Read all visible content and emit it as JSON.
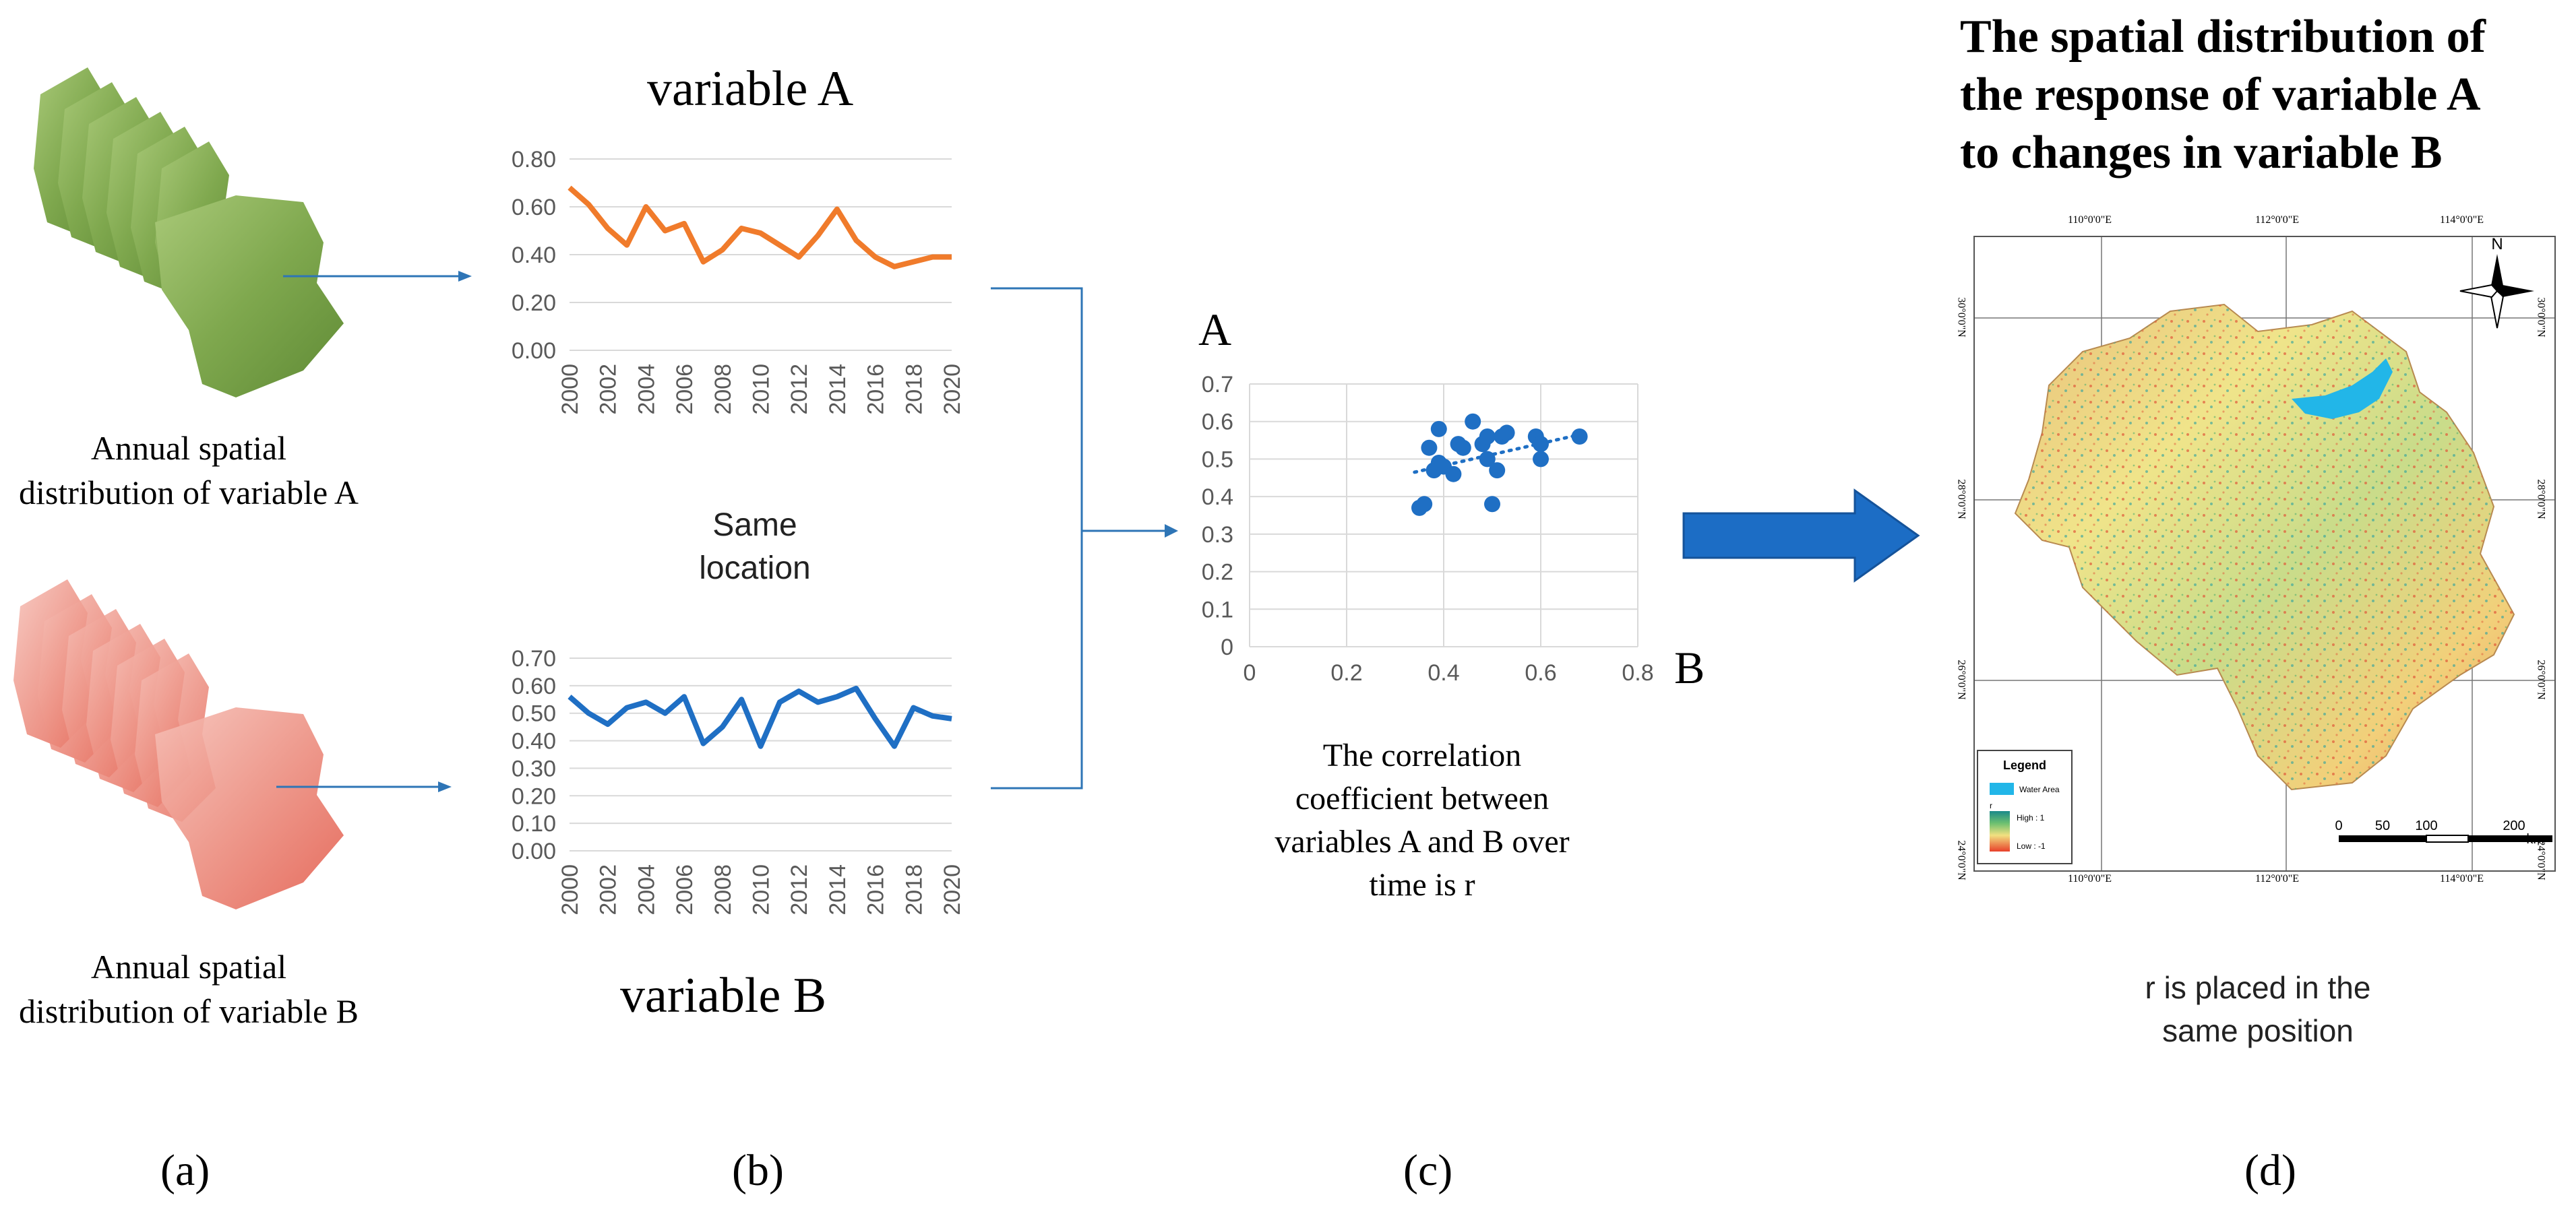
{
  "panel_labels": [
    "(a)",
    "(b)",
    "(c)",
    "(d)"
  ],
  "panel_a": {
    "caption_a": [
      "Annual spatial",
      "distribution of variable A"
    ],
    "caption_b": [
      "Annual spatial",
      "distribution of variable B"
    ]
  },
  "panel_b": {
    "title_a": "variable A",
    "title_b": "variable B",
    "same_location": [
      "Same",
      "location"
    ]
  },
  "panel_c": {
    "axis_letter_y": "A",
    "axis_letter_x": "B",
    "caption": [
      "The correlation",
      "coefficient between",
      "variables A and B over",
      "time is r"
    ]
  },
  "panel_d": {
    "title": [
      "The spatial distribution of",
      "the response of variable A",
      "to changes in variable B"
    ],
    "caption": [
      "r is placed in the",
      "same position"
    ],
    "map": {
      "lon_labels": [
        "110°0'0\"E",
        "112°0'0\"E",
        "114°0'0\"E"
      ],
      "lat_labels": [
        "30°0'0\"N",
        "28°0'0\"N",
        "26°0'0\"N",
        "24°0'0\"N"
      ],
      "north": "N",
      "legend": {
        "title": "Legend",
        "water": "Water Area",
        "r_label": "r",
        "high": "High : 1",
        "low": "Low : -1"
      },
      "scale": {
        "ticks": [
          "0",
          "50",
          "100",
          "200"
        ],
        "unit": "km"
      }
    }
  },
  "colors": {
    "orange": "#F07B2B",
    "blue": "#1F6FC4",
    "arrow": "#1C6DC5",
    "grid": "#D9D9D9"
  },
  "chart_data": [
    {
      "type": "line",
      "x": [
        "2000",
        "2001",
        "2002",
        "2003",
        "2004",
        "2005",
        "2006",
        "2007",
        "2008",
        "2009",
        "2010",
        "2011",
        "2012",
        "2013",
        "2014",
        "2015",
        "2016",
        "2017",
        "2018",
        "2019",
        "2020"
      ],
      "x_tick_labels": [
        "2000",
        "2002",
        "2004",
        "2006",
        "2008",
        "2010",
        "2012",
        "2014",
        "2016",
        "2018",
        "2020"
      ],
      "values": [
        0.68,
        0.61,
        0.51,
        0.44,
        0.6,
        0.5,
        0.53,
        0.37,
        0.42,
        0.51,
        0.49,
        0.44,
        0.39,
        0.48,
        0.59,
        0.46,
        0.39,
        0.35,
        0.37,
        0.39,
        0.39
      ],
      "ylim": [
        0,
        0.8
      ],
      "yticks": [
        "0.00",
        "0.20",
        "0.40",
        "0.60",
        "0.80"
      ],
      "grid": true,
      "title": "variable A"
    },
    {
      "type": "line",
      "x": [
        "2000",
        "2001",
        "2002",
        "2003",
        "2004",
        "2005",
        "2006",
        "2007",
        "2008",
        "2009",
        "2010",
        "2011",
        "2012",
        "2013",
        "2014",
        "2015",
        "2016",
        "2017",
        "2018",
        "2019",
        "2020"
      ],
      "x_tick_labels": [
        "2000",
        "2002",
        "2004",
        "2006",
        "2008",
        "2010",
        "2012",
        "2014",
        "2016",
        "2018",
        "2020"
      ],
      "values": [
        0.56,
        0.5,
        0.46,
        0.52,
        0.54,
        0.5,
        0.56,
        0.39,
        0.45,
        0.55,
        0.38,
        0.54,
        0.58,
        0.54,
        0.56,
        0.59,
        0.48,
        0.38,
        0.52,
        0.49,
        0.48
      ],
      "ylim": [
        0,
        0.7
      ],
      "yticks": [
        "0.00",
        "0.10",
        "0.20",
        "0.30",
        "0.40",
        "0.50",
        "0.60",
        "0.70"
      ],
      "grid": true,
      "title": "variable B"
    },
    {
      "type": "scatter",
      "xlabel": "B",
      "ylabel": "A",
      "xlim": [
        0,
        0.8
      ],
      "ylim": [
        0,
        0.7
      ],
      "xticks": [
        "0",
        "0.2",
        "0.4",
        "0.6",
        "0.8"
      ],
      "yticks": [
        "0",
        "0.1",
        "0.2",
        "0.3",
        "0.4",
        "0.5",
        "0.6",
        "0.7"
      ],
      "grid": true,
      "trendline": {
        "x": [
          0.34,
          0.68
        ],
        "y": [
          0.465,
          0.565
        ],
        "style": "dotted"
      },
      "points": [
        {
          "x": 0.35,
          "y": 0.37
        },
        {
          "x": 0.36,
          "y": 0.38
        },
        {
          "x": 0.37,
          "y": 0.53
        },
        {
          "x": 0.38,
          "y": 0.47
        },
        {
          "x": 0.39,
          "y": 0.58
        },
        {
          "x": 0.39,
          "y": 0.49
        },
        {
          "x": 0.4,
          "y": 0.48
        },
        {
          "x": 0.42,
          "y": 0.46
        },
        {
          "x": 0.43,
          "y": 0.54
        },
        {
          "x": 0.44,
          "y": 0.53
        },
        {
          "x": 0.46,
          "y": 0.6
        },
        {
          "x": 0.48,
          "y": 0.54
        },
        {
          "x": 0.49,
          "y": 0.56
        },
        {
          "x": 0.49,
          "y": 0.5
        },
        {
          "x": 0.5,
          "y": 0.38
        },
        {
          "x": 0.51,
          "y": 0.47
        },
        {
          "x": 0.52,
          "y": 0.56
        },
        {
          "x": 0.53,
          "y": 0.57
        },
        {
          "x": 0.59,
          "y": 0.56
        },
        {
          "x": 0.6,
          "y": 0.54
        },
        {
          "x": 0.6,
          "y": 0.5
        },
        {
          "x": 0.68,
          "y": 0.56
        }
      ]
    }
  ]
}
